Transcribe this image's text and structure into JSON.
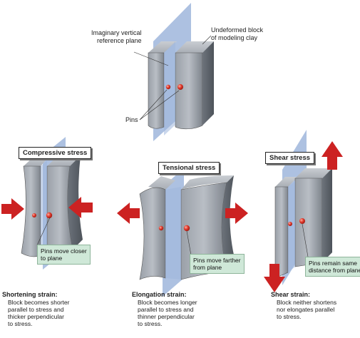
{
  "top": {
    "plane_label": [
      "Imaginary vertical",
      "reference plane"
    ],
    "block_label": [
      "Undeformed block",
      "of modeling clay"
    ],
    "pins_label": "Pins"
  },
  "panels": [
    {
      "tag": "Compressive stress",
      "note": [
        "Pins move closer",
        "to plane"
      ],
      "strain_title": "Shortening strain:",
      "strain_desc": [
        "Block becomes shorter",
        "parallel to stress and",
        "thicker perpendicular",
        "to stress."
      ]
    },
    {
      "tag": "Tensional stress",
      "note": [
        "Pins move farther",
        "from plane"
      ],
      "strain_title": "Elongation strain:",
      "strain_desc": [
        "Block becomes longer",
        "parallel to stress and",
        "thinner perpendicular",
        "to stress."
      ]
    },
    {
      "tag": "Shear stress",
      "note": [
        "Pins remain same",
        "distance from plane"
      ],
      "strain_title": "Shear strain:",
      "strain_desc": [
        "Block neither shortens",
        "nor elongates parallel",
        "to stress."
      ]
    }
  ],
  "colors": {
    "plane": "#9fb6dc",
    "block": "#8a9099",
    "pin": "#d9302a",
    "arrow": "#cc2222",
    "note": "#cfe8d8"
  }
}
